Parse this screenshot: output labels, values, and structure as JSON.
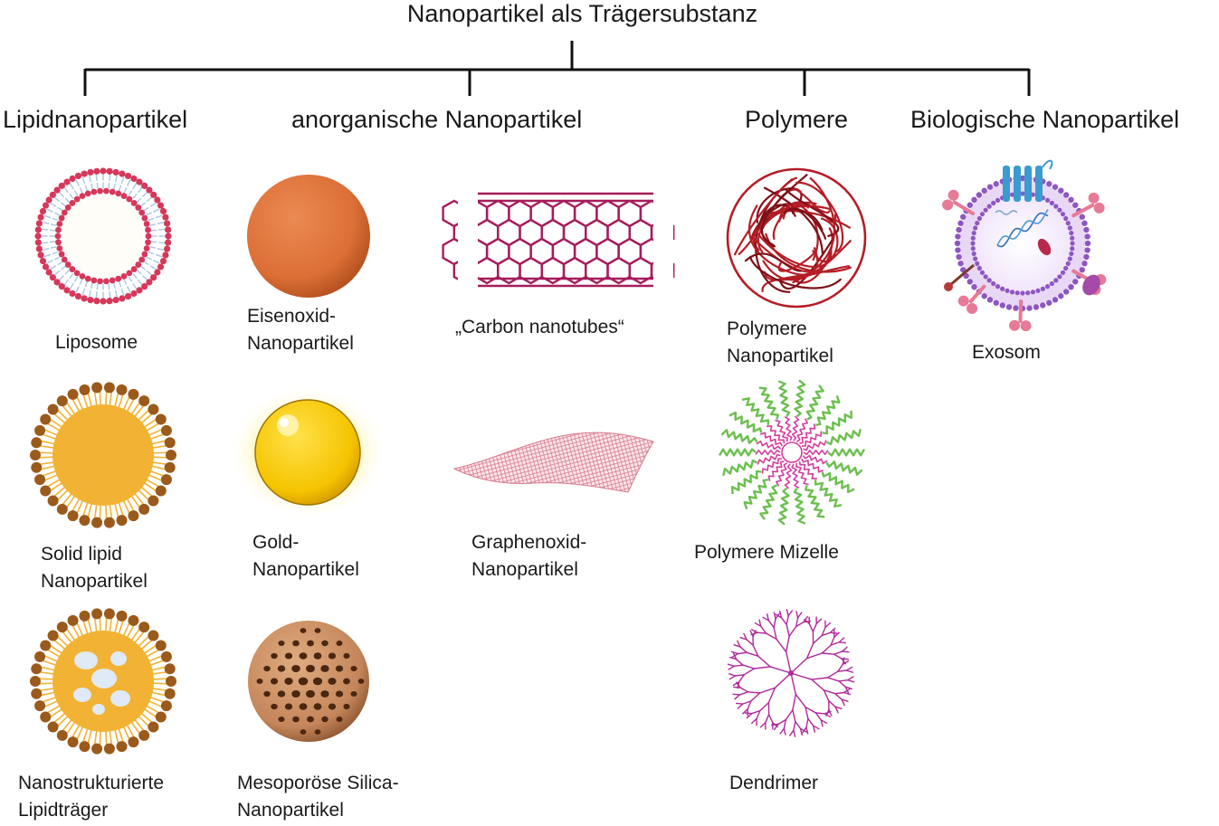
{
  "title": "Nanopartikel als Trägersubstanz",
  "categories": [
    "Lipidnanopartikel",
    "anorganische Nanopartikel",
    "Polymere",
    "Biologische Nanopartikel"
  ],
  "items": {
    "liposome": [
      "Liposome"
    ],
    "solid_lipid": [
      "Solid lipid",
      "Nanopartikel"
    ],
    "nlc": [
      "Nanostrukturierte",
      "Lipidträger"
    ],
    "iron_oxide": [
      "Eisenoxid-",
      "Nanopartikel"
    ],
    "gold": [
      "Gold-",
      "Nanopartikel"
    ],
    "silica": [
      "Mesoporöse Silica-",
      "Nanopartikel"
    ],
    "cnt": [
      "„Carbon nanotubes“"
    ],
    "graphene": [
      "Graphenoxid-",
      "Nanopartikel"
    ],
    "polymer_np": [
      "Polymere",
      "Nanopartikel"
    ],
    "micelle": [
      "Polymere Mizelle"
    ],
    "dendrimer": [
      "Dendrimer"
    ],
    "exosome": [
      "Exosom"
    ]
  },
  "colors": {
    "line": "#111111",
    "lipid_head_red": "#d6385a",
    "lipid_tail_blue": "#a9c6e6",
    "lipid_head_brown": "#9a5a1c",
    "lipid_core_orange": "#f2b233",
    "iron_oxide": "#dc6f36",
    "gold": "#f5c400",
    "silica": "#c4865a",
    "nanotube": "#a51d5b",
    "graphene": "#d77a8c",
    "polymer": "#b51d26",
    "micelle_green": "#6bbf4e",
    "micelle_pink": "#d43c9e",
    "dendrimer": "#b0289c",
    "exosome_purple": "#8e56c2",
    "receptor_blue": "#3a9bd0",
    "ligand_pink": "#e77a96"
  }
}
